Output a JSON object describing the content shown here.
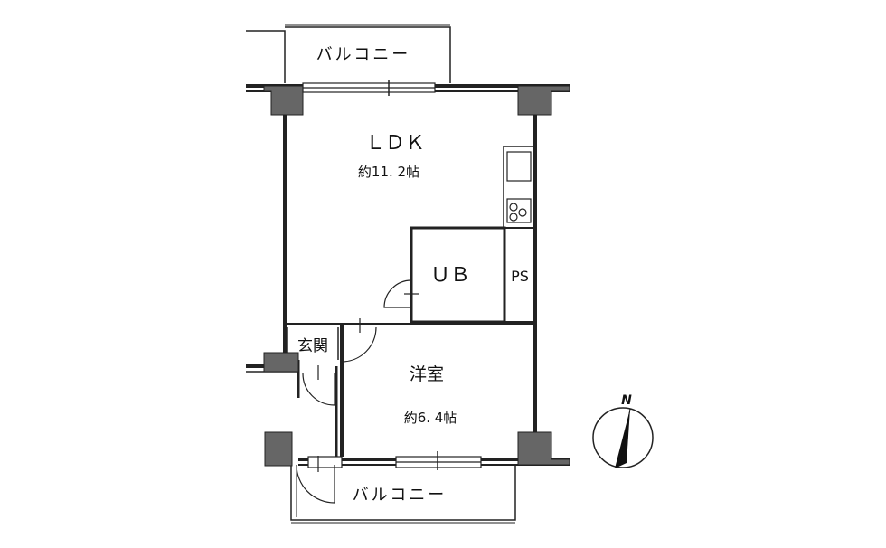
{
  "rooms": {
    "ldk": {
      "name": "ＬＤＫ",
      "size": "約11. 2帖"
    },
    "ub": {
      "name": "ＵＢ"
    },
    "ps": {
      "name": "PS"
    },
    "genkan": {
      "name": "玄関"
    },
    "yoshitsu": {
      "name": "洋室",
      "size": "約6. 4帖"
    }
  },
  "balconies": {
    "top": "バルコニー",
    "bottom": "バルコニー"
  },
  "compass": {
    "north_label": "N"
  }
}
